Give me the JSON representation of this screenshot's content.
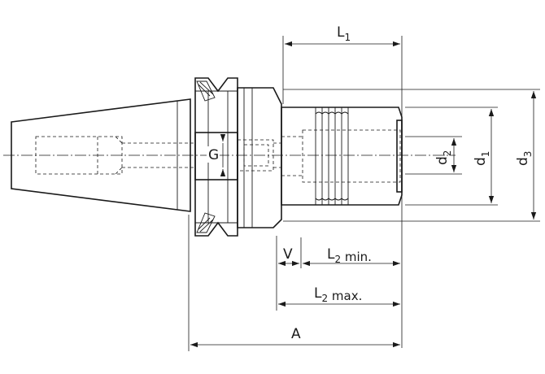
{
  "labels": {
    "L1": {
      "main": "L",
      "sub": "1"
    },
    "d2": {
      "main": "d",
      "sub": "2"
    },
    "d1": {
      "main": "d",
      "sub": "1"
    },
    "d3": {
      "main": "d",
      "sub": "3"
    },
    "G": "G",
    "V": "V",
    "L2min": {
      "main": "L",
      "sub": "2",
      "suffix": " min."
    },
    "L2max": {
      "main": "L",
      "sub": "2",
      "suffix": " max."
    },
    "A": "A"
  }
}
